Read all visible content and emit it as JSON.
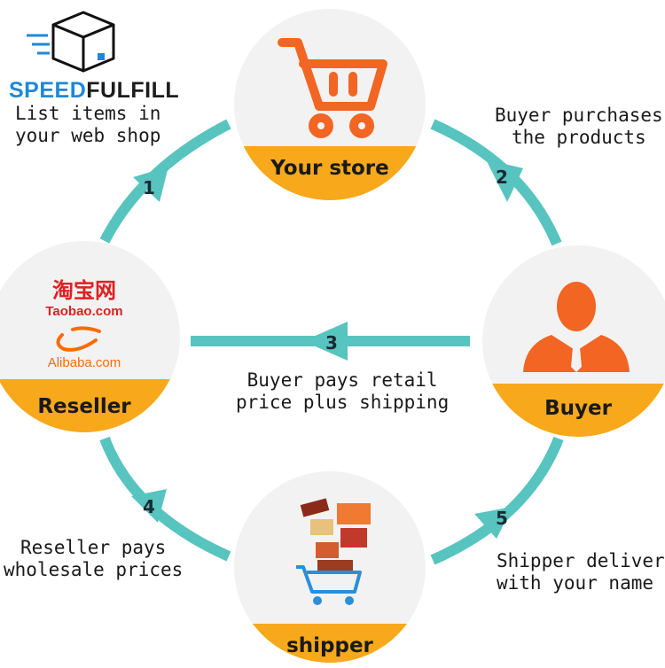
{
  "brand": {
    "part1": "SPEED",
    "part2": "FULFILL"
  },
  "nodes": {
    "store": {
      "label": "Your store"
    },
    "buyer": {
      "label": "Buyer"
    },
    "reseller": {
      "label": "Reseller",
      "taobao_cn": "淘宝网",
      "taobao_en": "Taobao.com",
      "alibaba": "Alibaba.com"
    },
    "shipper": {
      "label": "shipper"
    }
  },
  "steps": [
    {
      "number": "1",
      "lines": [
        "List items in",
        "your web shop"
      ]
    },
    {
      "number": "2",
      "lines": [
        "Buyer purchases",
        "the products"
      ]
    },
    {
      "number": "3",
      "lines": [
        "Buyer pays retail",
        "price plus shipping"
      ]
    },
    {
      "number": "4",
      "lines": [
        "Reseller pays",
        "wholesale prices"
      ]
    },
    {
      "number": "5",
      "lines": [
        "Shipper delivers",
        "with your name"
      ]
    }
  ],
  "colors": {
    "accent": "#f7a81b",
    "arrow": "#58c4bf",
    "logo_blue": "#1e88d8",
    "logo_red": "#e02020"
  },
  "icons": [
    "box-logo-icon",
    "shopping-cart-icon",
    "person-icon",
    "alibaba-logo-icon",
    "shopping-goods-icon"
  ]
}
